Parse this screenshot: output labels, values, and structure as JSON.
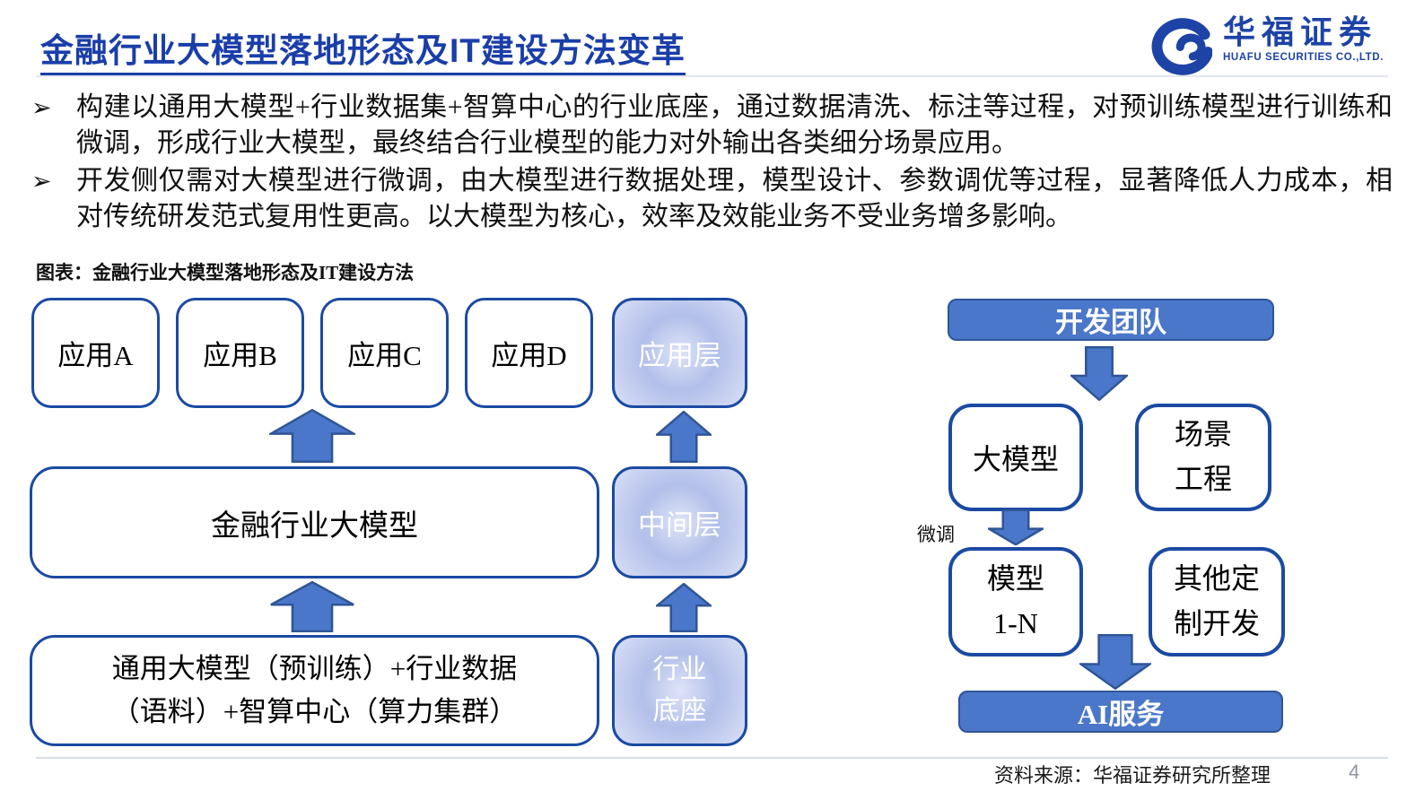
{
  "header": {
    "title": "金融行业大模型落地形态及IT建设方法变革",
    "logo_cn": "华福证券",
    "logo_en": "HUAFU SECURITIES CO.,LTD."
  },
  "bullet_marker": "➢",
  "bullets": [
    "构建以通用大模型+行业数据集+智算中心的行业底座，通过数据清洗、标注等过程，对预训练模型进行训练和微调，形成行业大模型，最终结合行业模型的能力对外输出各类细分场景应用。",
    "开发侧仅需对大模型进行微调，由大模型进行数据处理，模型设计、参数调优等过程，显著降低人力成本，相对传统研发范式复用性更高。以大模型为核心，效率及效能业务不受业务增多影响。"
  ],
  "figure": {
    "caption": "图表：金融行业大模型落地形态及IT建设方法",
    "left": {
      "app_a": "应用A",
      "app_b": "应用B",
      "app_c": "应用C",
      "app_d": "应用D",
      "app_layer": "应用层",
      "industry_model": "金融行业大模型",
      "middle_layer": "中间层",
      "base": "通用大模型（预训练）+行业数据\n（语料）+智算中心（算力集群）",
      "industry_base": "行业\n底座"
    },
    "right": {
      "dev_team": "开发团队",
      "large_model": "大模型",
      "scene_engineering": "场景\n工程",
      "finetune": "微调",
      "model_1n": "模型\n1-N",
      "other_custom": "其他定\n制开发",
      "ai_service": "AI服务"
    }
  },
  "footer": {
    "source": "资料来源：华福证券研究所整理",
    "page": "4"
  },
  "colors": {
    "brand_blue": "#1a3ea9",
    "box_border": "#1b4aa2",
    "arrow_fill": "#4a77c9",
    "arrow_stroke": "#2f5597",
    "gradient_center": "#b2bfe9",
    "gradient_edge": "#dee4f8"
  }
}
